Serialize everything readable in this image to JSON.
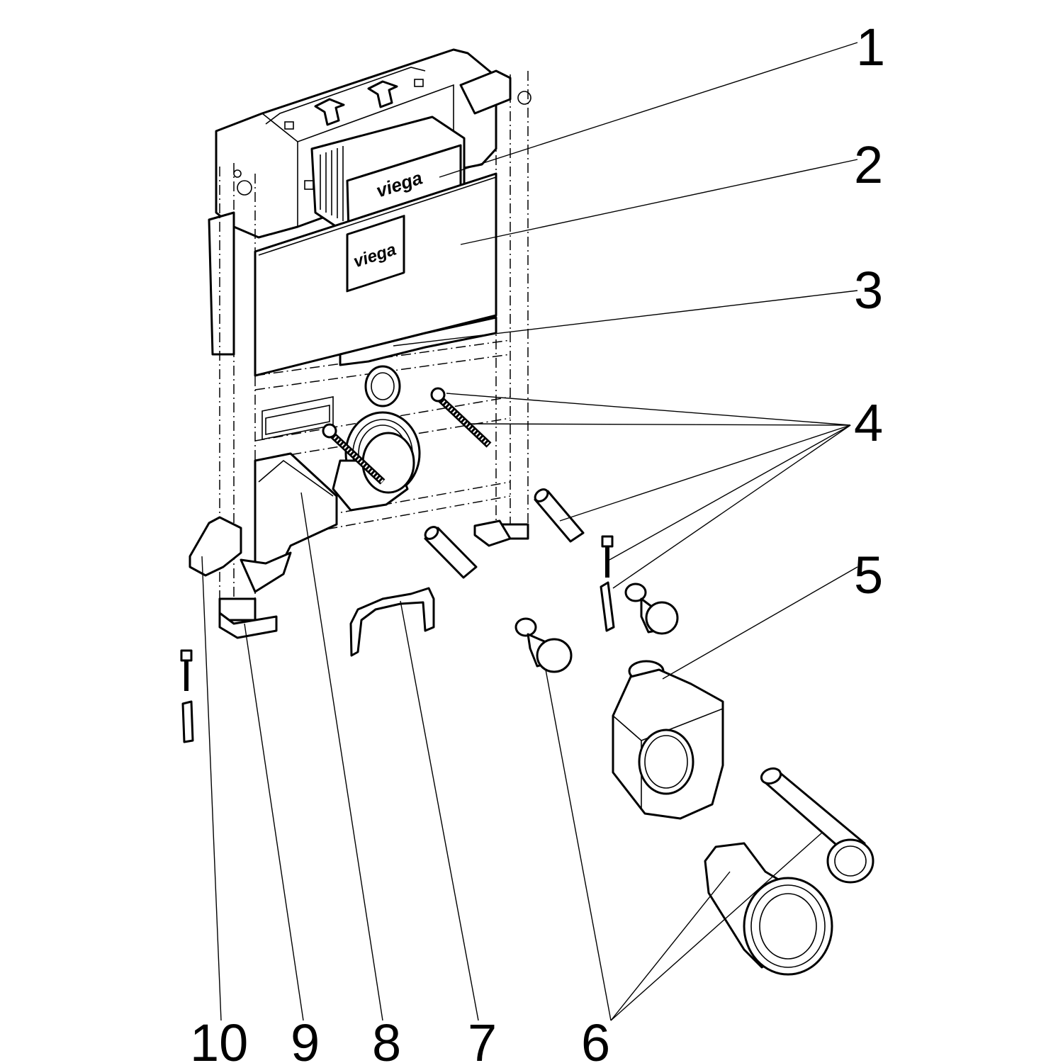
{
  "diagram": {
    "brand_top": "viega",
    "brand_panel": "viega",
    "callouts": [
      {
        "id": "1",
        "label": "1"
      },
      {
        "id": "2",
        "label": "2"
      },
      {
        "id": "3",
        "label": "3"
      },
      {
        "id": "4",
        "label": "4"
      },
      {
        "id": "5",
        "label": "5"
      },
      {
        "id": "6",
        "label": "6"
      },
      {
        "id": "7",
        "label": "7"
      },
      {
        "id": "8",
        "label": "8"
      },
      {
        "id": "9",
        "label": "9"
      },
      {
        "id": "10",
        "label": "10"
      }
    ]
  }
}
